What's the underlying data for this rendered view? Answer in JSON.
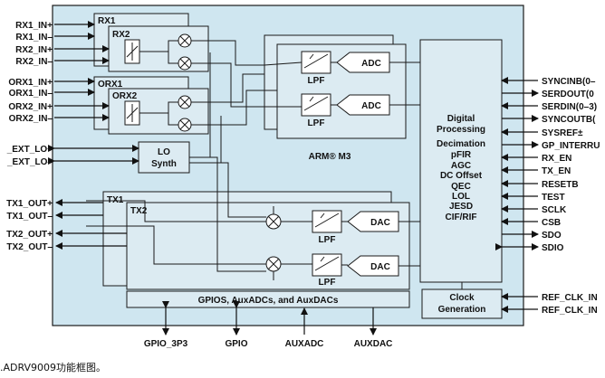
{
  "blocks": {
    "rx1": "RX1",
    "rx2": "RX2",
    "orx1": "ORX1",
    "orx2": "ORX2",
    "lo_synth_line1": "LO",
    "lo_synth_line2": "Synth",
    "tx1": "TX1",
    "tx2": "TX2",
    "lpf": "LPF",
    "adc": "ADC",
    "dac": "DAC",
    "arm": "ARM® M3",
    "gpios": "GPIOS, AuxADCs, and AuxDACs",
    "clock_line1": "Clock",
    "clock_line2": "Generation"
  },
  "digital_processing": [
    "Digital",
    "Processing",
    "",
    "Decimation",
    "pFIR",
    "AGC",
    "DC Offset",
    "QEC",
    "LOL",
    "JESD",
    "CIF/RIF"
  ],
  "left_pins": [
    "RX1_IN+",
    "RX1_IN–",
    "RX2_IN+",
    "RX2_IN–",
    "ORX1_IN+",
    "ORX1_IN–",
    "ORX2_IN+",
    "ORX2_IN–",
    "_EXT_LO+",
    "_EXT_LO–",
    "TX1_OUT+",
    "TX1_OUT–",
    "TX2_OUT+",
    "TX2_OUT–"
  ],
  "right_pins": [
    "SYNCINB(0–",
    "SERDOUT(0",
    "SERDIN(0–3)",
    "SYNCOUTB(",
    "SYSREF±",
    "GP_INTERRU",
    "RX_EN",
    "TX_EN",
    "RESETB",
    "TEST",
    "SCLK",
    "CSB",
    "SDO",
    "SDIO"
  ],
  "clock_pins": [
    "REF_CLK_IN",
    "REF_CLK_IN"
  ],
  "bottom_pins": [
    "GPIO_3P3",
    "GPIO",
    "AUXADC",
    "AUXDAC"
  ],
  "caption": ".ADRV9009功能框图。",
  "colors": {
    "block_fill": "#cfe6f0",
    "panel_fill": "#dcebf2",
    "line": "#1a1a1a"
  }
}
